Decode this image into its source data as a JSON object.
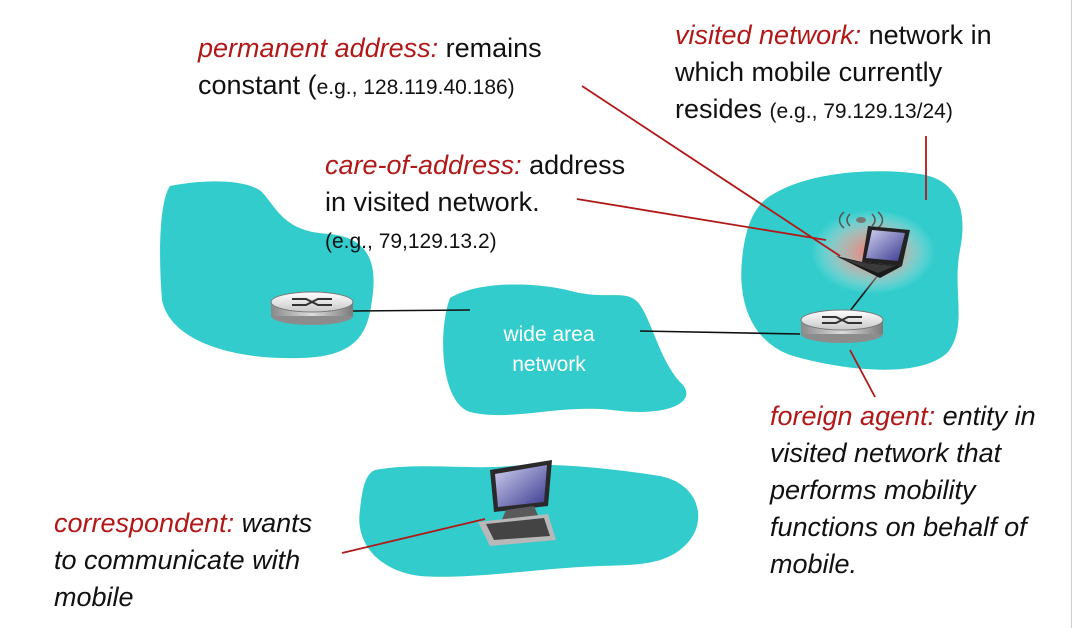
{
  "colors": {
    "network_fill": "#33cccc",
    "term": "#b11919",
    "callout_line": "#b11919",
    "link_line": "#111111",
    "text": "#111111"
  },
  "permanent_address": {
    "term": "permanent address:",
    "line1_rest": " remains",
    "line2_start": "constant (",
    "example": "e.g., 128.119.40.186)"
  },
  "visited_network": {
    "term": "visited network:",
    "line1_rest": " network in",
    "line2": "which mobile currently",
    "line3_start": "resides ",
    "example": "(e.g., 79.129.13/24)"
  },
  "care_of_address": {
    "term": "care-of-address:",
    "line1_rest": " address",
    "line2": "in visited network.",
    "example": "(e.g., 79,129.13.2)"
  },
  "wide_area_network": {
    "line1": "wide area",
    "line2": "network"
  },
  "foreign_agent": {
    "term": "foreign agent:",
    "line1_rest": " entity in",
    "line2": "visited network that",
    "line3": "performs mobility",
    "line4": "functions on behalf of",
    "line5": "mobile."
  },
  "correspondent": {
    "term": "correspondent:",
    "line1_rest": " wants",
    "line2": "to communicate with",
    "line3": "mobile"
  },
  "icons": [
    "router-icon",
    "laptop-icon",
    "wireless-signal-icon",
    "desktop-computer-icon"
  ]
}
